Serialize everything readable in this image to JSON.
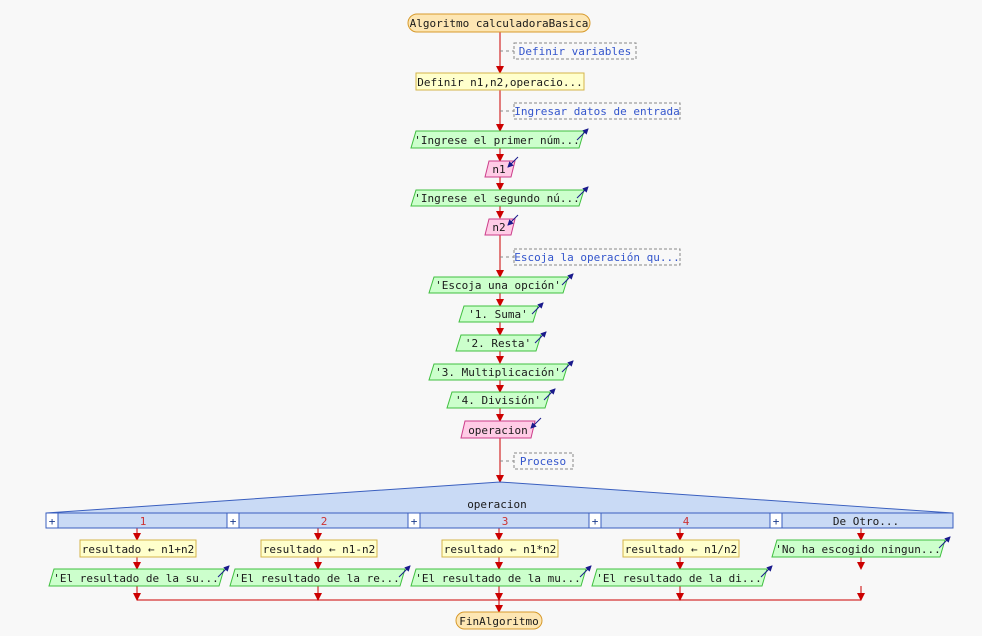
{
  "header": {
    "title": "Algoritmo calculadoraBasica"
  },
  "nodes": {
    "comment_vars": "Definir variables",
    "define_vars": "Definir n1,n2,operacio...",
    "comment_input": "Ingresar datos de entrada",
    "prompt_first": "'Ingrese el primer núm...",
    "read_n1": "n1",
    "prompt_second": "'Ingrese el segundo nú...",
    "read_n2": "n2",
    "comment_choose": "Escoja la operación qu...",
    "menu_title": "'Escoja una opción'",
    "option_sum": "'1. Suma'",
    "option_sub": "'2. Resta'",
    "option_mul": "'3. Multiplicación'",
    "option_div": "'4. División'",
    "read_op": "operacion",
    "comment_process": "Proceso"
  },
  "switch": {
    "variable": "operacion",
    "expand_symbol": "+",
    "cases": [
      {
        "label": "1",
        "assign": "resultado ← n1+n2",
        "output": "'El resultado de la su..."
      },
      {
        "label": "2",
        "assign": "resultado ← n1-n2",
        "output": "'El resultado de la re..."
      },
      {
        "label": "3",
        "assign": "resultado ← n1*n2",
        "output": "'El resultado de la mu..."
      },
      {
        "label": "4",
        "assign": "resultado ← n1/n2",
        "output": "'El resultado de la di..."
      },
      {
        "label": "De Otro...",
        "output": "'No ha escogido ningun..."
      }
    ]
  },
  "footer": {
    "end": "FinAlgoritmo"
  },
  "colors": {
    "terminal_fill": "#fde6b3",
    "terminal_stroke": "#d79a2c",
    "process_fill": "#ffffcc",
    "process_stroke": "#d4b44a",
    "output_fill": "#ccffcc",
    "output_stroke": "#3fbf3f",
    "input_fill": "#ffcce6",
    "input_stroke": "#cc3d8a",
    "switch_fill": "#c9daf5",
    "switch_stroke": "#3a5fbf",
    "flow_line": "#cc0000",
    "comment_text": "#3355cc",
    "case_text": "#cc3333",
    "io_arrow": "#1a1a8c"
  }
}
